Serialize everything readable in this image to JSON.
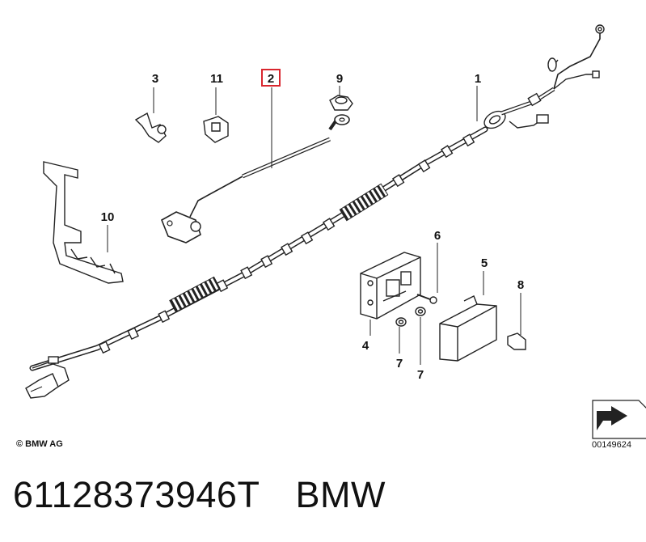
{
  "callouts": {
    "c1": "1",
    "c2": "2",
    "c3": "3",
    "c4": "4",
    "c5": "5",
    "c6": "6",
    "c7a": "7",
    "c7b": "7",
    "c8": "8",
    "c9": "9",
    "c10": "10",
    "c11": "11"
  },
  "highlight_color": "#d9262e",
  "copyright": "© BMW AG",
  "diagram_number": "00149624",
  "part_number": "61128373946T",
  "brand": "BMW"
}
